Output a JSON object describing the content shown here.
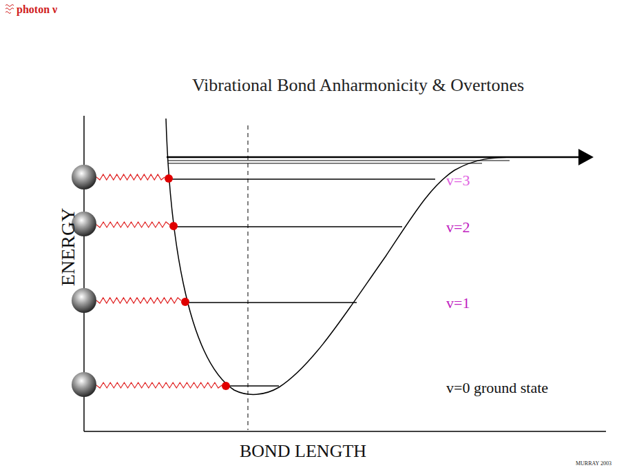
{
  "diagram": {
    "title": "Vibrational Bond Anharmonicity & Overtones",
    "labels": [
      "photon ν",
      "ENERGY",
      "BOND LENGTH",
      "v=3",
      "v=2",
      "v=1",
      "v=0 ground state",
      "MURRAY 2003"
    ]
  }
}
